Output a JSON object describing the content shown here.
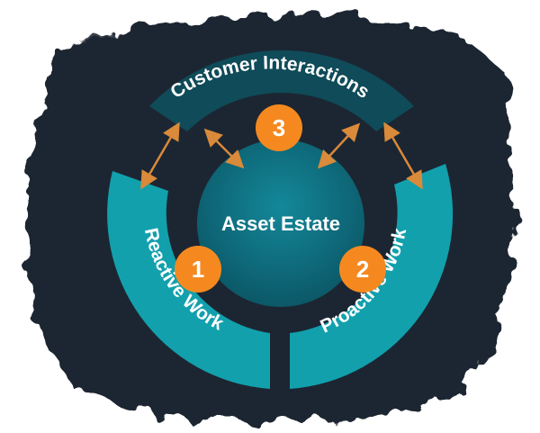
{
  "diagram": {
    "center_label": "Asset Estate",
    "segments": [
      {
        "label": "Customer Interactions",
        "number": "3"
      },
      {
        "label": "Reactive Work",
        "number": "1"
      },
      {
        "label": "Proactive Work",
        "number": "2"
      }
    ]
  },
  "colors": {
    "background_brush": "#1f2832",
    "top_band": "#0f4b58",
    "side_band": "#12a0ad",
    "center_disc": "#0f6f7e",
    "badge": "#f5891f",
    "arrow": "#d98a3a",
    "text": "#ffffff"
  }
}
